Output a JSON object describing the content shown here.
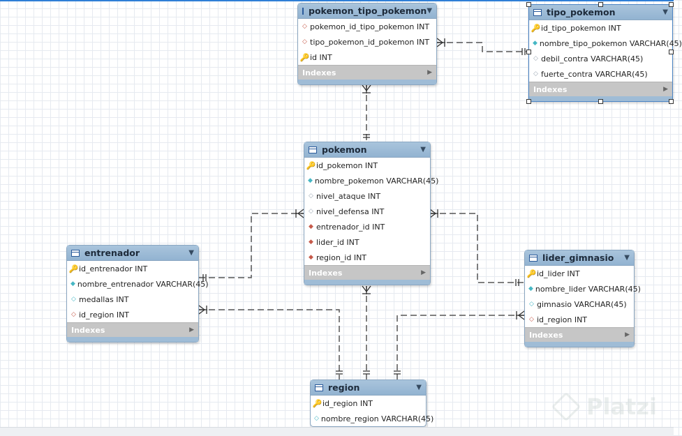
{
  "tables": {
    "pokemon_tipo_pokemon": {
      "name": "pokemon_tipo_pokemon",
      "columns": [
        {
          "icon": "fk-diamond",
          "text": "pokemon_id_tipo_pokemon INT"
        },
        {
          "icon": "fk-diamond",
          "text": "tipo_pokemon_id_pokemon INT"
        },
        {
          "icon": "key",
          "text": "id INT"
        }
      ],
      "indexes_label": "Indexes"
    },
    "tipo_pokemon": {
      "name": "tipo_pokemon",
      "columns": [
        {
          "icon": "key",
          "text": "id_tipo_pokemon INT"
        },
        {
          "icon": "diamond",
          "text": "nombre_tipo_pokemon VARCHAR(45)"
        },
        {
          "icon": "diamond",
          "text": "debil_contra VARCHAR(45)"
        },
        {
          "icon": "diamond",
          "text": "fuerte_contra VARCHAR(45)"
        }
      ],
      "indexes_label": "Indexes"
    },
    "pokemon": {
      "name": "pokemon",
      "columns": [
        {
          "icon": "key",
          "text": "id_pokemon INT"
        },
        {
          "icon": "diamond",
          "text": "nombre_pokemon VARCHAR(45)"
        },
        {
          "icon": "diamond",
          "text": "nivel_ataque INT"
        },
        {
          "icon": "diamond",
          "text": "nivel_defensa INT"
        },
        {
          "icon": "fk-diamond",
          "text": "entrenador_id INT"
        },
        {
          "icon": "fk-diamond",
          "text": "lider_id INT"
        },
        {
          "icon": "fk-diamond",
          "text": "region_id INT"
        }
      ],
      "indexes_label": "Indexes"
    },
    "entrenador": {
      "name": "entrenador",
      "columns": [
        {
          "icon": "key",
          "text": "id_entrenador INT"
        },
        {
          "icon": "diamond",
          "text": "nombre_entrenador VARCHAR(45)"
        },
        {
          "icon": "diamond",
          "text": "medallas INT"
        },
        {
          "icon": "fk-diamond",
          "text": "id_region INT"
        }
      ],
      "indexes_label": "Indexes"
    },
    "lider_gimnasio": {
      "name": "lider_gimnasio",
      "columns": [
        {
          "icon": "key",
          "text": "id_lider INT"
        },
        {
          "icon": "diamond",
          "text": "nombre_lider VARCHAR(45)"
        },
        {
          "icon": "diamond",
          "text": "gimnasio VARCHAR(45)"
        },
        {
          "icon": "fk-diamond",
          "text": "id_region INT"
        }
      ],
      "indexes_label": "Indexes"
    },
    "region": {
      "name": "region",
      "columns": [
        {
          "icon": "key",
          "text": "id_region INT"
        },
        {
          "icon": "diamond",
          "text": "nombre_region VARCHAR(45)"
        }
      ]
    }
  },
  "colors": {
    "header": "#9dbbd7",
    "connector": "#555555",
    "indexes_bar": "#c6c6c6"
  },
  "watermark": "Platzi"
}
